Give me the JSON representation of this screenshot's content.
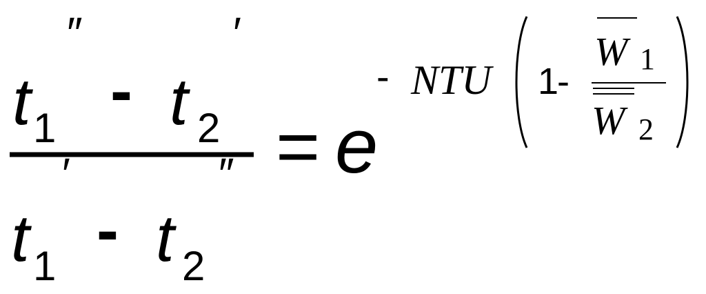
{
  "equation": {
    "numerator": {
      "left_symbol": "t",
      "left_subscript": "1",
      "left_prime": "″",
      "operator": "-",
      "right_symbol": "t",
      "right_subscript": "2",
      "right_prime": "′"
    },
    "denominator": {
      "left_symbol": "t",
      "left_subscript": "1",
      "left_prime": "′",
      "operator": "-",
      "right_symbol": "t",
      "right_subscript": "2",
      "right_prime": "″"
    },
    "equals": "=",
    "base": "e",
    "exponent": {
      "leading_operator": "-",
      "factor": "NTU",
      "open_paren": "(",
      "one": "1",
      "minus": "-",
      "fraction": {
        "numerator_symbol": "W",
        "numerator_subscript": "1",
        "denominator_symbol": "W",
        "denominator_subscript": "2"
      },
      "close_paren": ")"
    }
  },
  "colors": {
    "ink": "#000000",
    "background": "#ffffff"
  }
}
